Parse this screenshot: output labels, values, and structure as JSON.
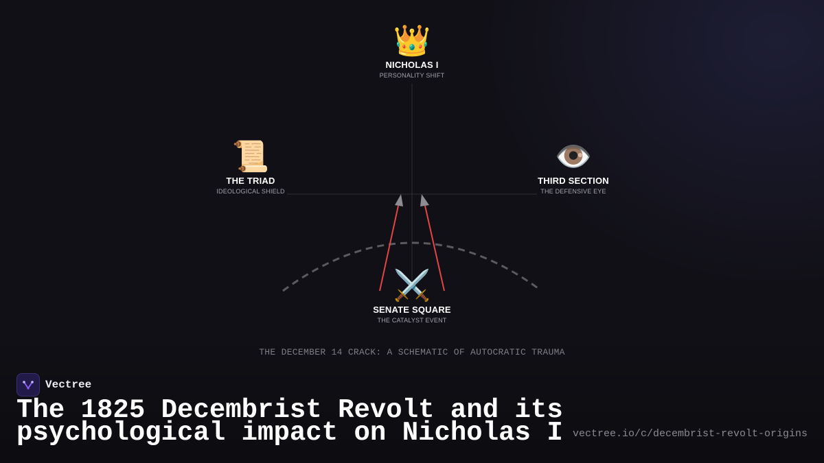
{
  "diagram": {
    "nodes": [
      {
        "id": "nicholas",
        "icon": "👑",
        "icon_name": "crown-icon",
        "title": "NICHOLAS I",
        "subtitle": "PERSONALITY SHIFT"
      },
      {
        "id": "triad",
        "icon": "📜",
        "icon_name": "scroll-icon",
        "title": "THE TRIAD",
        "subtitle": "IDEOLOGICAL SHIELD"
      },
      {
        "id": "third_section",
        "icon": "👁️",
        "icon_name": "eye-icon",
        "title": "THIRD SECTION",
        "subtitle": "THE DEFENSIVE EYE"
      },
      {
        "id": "senate",
        "icon": "⚔️",
        "icon_name": "crossed-swords-icon",
        "title": "SENATE SQUARE",
        "subtitle": "THE CATALYST EVENT"
      }
    ],
    "caption": "THE DECEMBER 14 CRACK: A SCHEMATIC OF AUTOCRATIC TRAUMA",
    "colors": {
      "arrow": "#e04646",
      "arc": "#5a5a60",
      "axis": "#2e2e36"
    }
  },
  "brand": {
    "name": "Vectree",
    "logo_icon": "vectree-logo-icon",
    "accent": "#7b52e8"
  },
  "headline": {
    "line1": "The 1825 Decembrist Revolt and its",
    "line2": "psychological impact on Nicholas I"
  },
  "url": "vectree.io/c/decembrist-revolt-origins"
}
